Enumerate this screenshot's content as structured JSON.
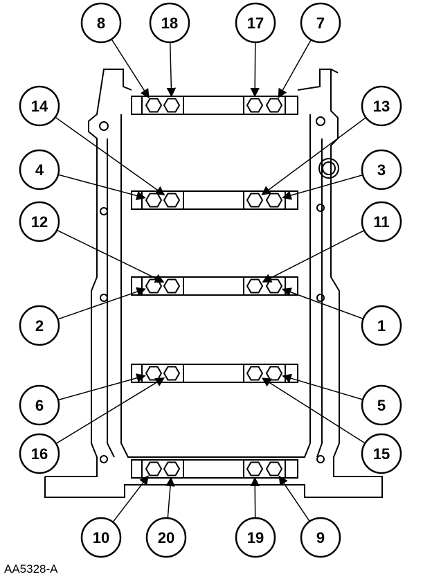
{
  "figure": {
    "id": "AA5328-A"
  },
  "colors": {
    "stroke": "#000000",
    "fill": "#ffffff"
  },
  "callouts": [
    {
      "number": "1",
      "target": "rib-3-right-outer"
    },
    {
      "number": "2",
      "target": "rib-3-left-outer"
    },
    {
      "number": "3",
      "target": "rib-2-right-outer"
    },
    {
      "number": "4",
      "target": "rib-2-left-outer"
    },
    {
      "number": "5",
      "target": "rib-4-right-outer"
    },
    {
      "number": "6",
      "target": "rib-4-left-outer"
    },
    {
      "number": "7",
      "target": "rib-1-right-outer"
    },
    {
      "number": "8",
      "target": "rib-1-left-outer"
    },
    {
      "number": "9",
      "target": "rib-5-right-outer"
    },
    {
      "number": "10",
      "target": "rib-5-left-outer"
    },
    {
      "number": "11",
      "target": "rib-3-right-inner"
    },
    {
      "number": "12",
      "target": "rib-3-left-inner"
    },
    {
      "number": "13",
      "target": "rib-2-right-inner"
    },
    {
      "number": "14",
      "target": "rib-2-left-inner"
    },
    {
      "number": "15",
      "target": "rib-4-right-inner"
    },
    {
      "number": "16",
      "target": "rib-4-left-inner"
    },
    {
      "number": "17",
      "target": "rib-1-right-inner"
    },
    {
      "number": "18",
      "target": "rib-1-left-inner"
    },
    {
      "number": "19",
      "target": "rib-5-right-inner"
    },
    {
      "number": "20",
      "target": "rib-5-left-inner"
    }
  ]
}
